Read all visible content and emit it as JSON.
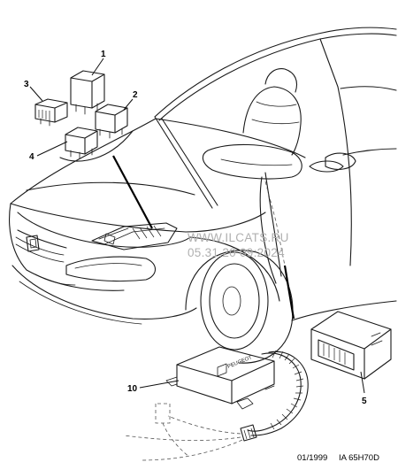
{
  "callouts": {
    "c1": "1",
    "c2": "2",
    "c3": "3",
    "c4": "4",
    "c5": "5",
    "c10": "10"
  },
  "watermark": {
    "line1": "WWW.ILCATS.RU",
    "line2": "05.31.20 09:2024"
  },
  "reference": {
    "date": "01/1999",
    "code": "IA 65H70D"
  },
  "module_logo": "PEUGEOT",
  "icons": {
    "car": "car-front-outline-icon",
    "relay": "relay-cube-icon",
    "module": "electronic-module-icon"
  },
  "colors": {
    "line": "#1a1a1a",
    "watermark": "#b0b0b0",
    "background": "#ffffff"
  }
}
